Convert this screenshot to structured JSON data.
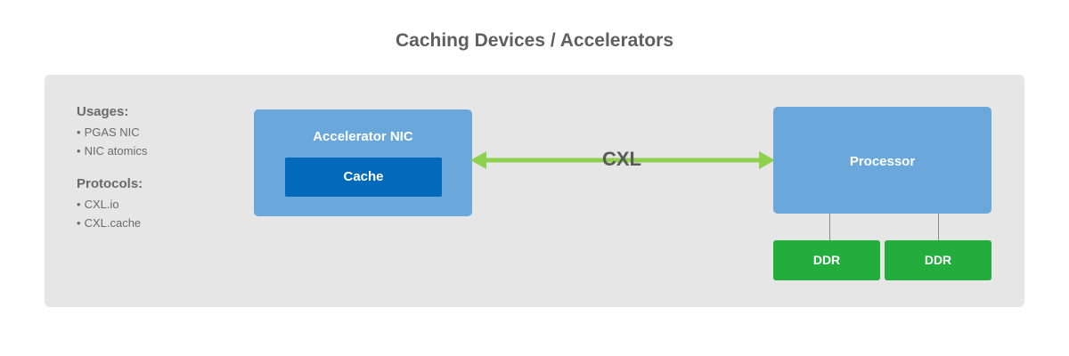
{
  "title": "Caching Devices / Accelerators",
  "sidebar": {
    "usages_heading": "Usages:",
    "usages": [
      "PGAS NIC",
      "NIC atomics"
    ],
    "protocols_heading": "Protocols:",
    "protocols": [
      "CXL.io",
      "CXL.cache"
    ],
    "bullet": "•"
  },
  "accelerator": {
    "label": "Accelerator NIC",
    "cache_label": "Cache"
  },
  "link": {
    "label": "CXL"
  },
  "processor": {
    "label": "Processor"
  },
  "memory": [
    {
      "label": "DDR"
    },
    {
      "label": "DDR"
    }
  ],
  "colors": {
    "device_blue": "#6aa7db",
    "cache_blue": "#0369bb",
    "ddr_green": "#22ad3c",
    "link_green": "#8fd14f",
    "panel_gray": "#e6e6e6"
  }
}
